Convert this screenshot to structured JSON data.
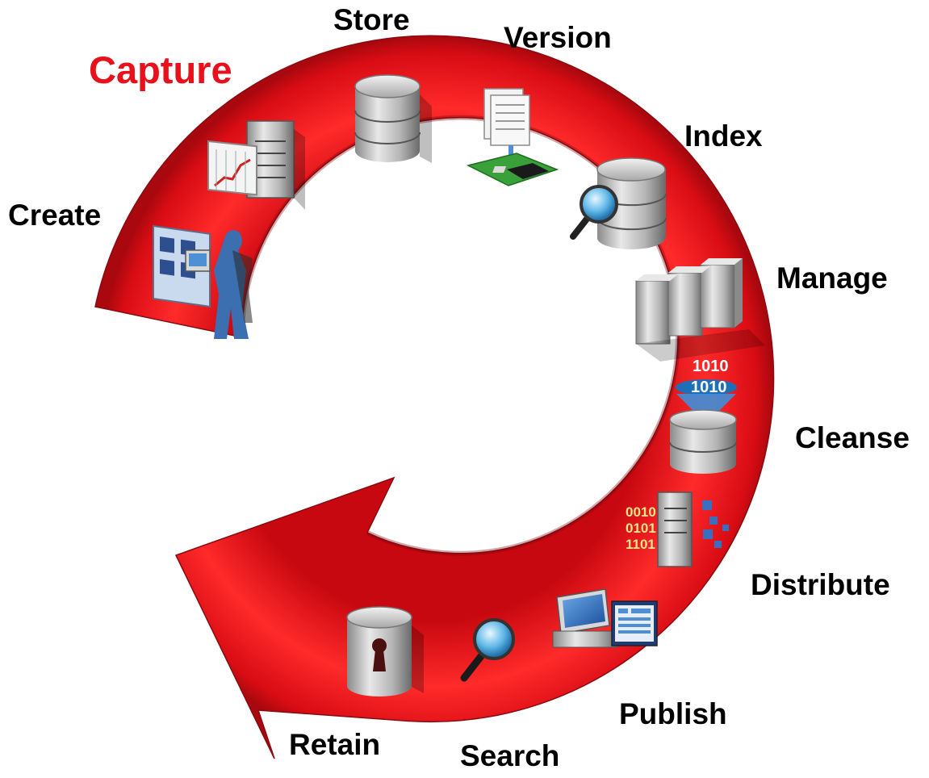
{
  "diagram": {
    "arrow_color": "#e8101a",
    "arrow_dark": "#9b0a10",
    "highlight_color": "#e8101a",
    "label_color": "#000000",
    "stages": [
      {
        "key": "create",
        "label": "Create",
        "icon": "workstation-user-icon"
      },
      {
        "key": "capture",
        "label": "Capture",
        "icon": "scanner-server-icon",
        "highlight": true
      },
      {
        "key": "store",
        "label": "Store",
        "icon": "database-icon"
      },
      {
        "key": "version",
        "label": "Version",
        "icon": "documents-disk-icon"
      },
      {
        "key": "index",
        "label": "Index",
        "icon": "database-magnifier-icon"
      },
      {
        "key": "manage",
        "label": "Manage",
        "icon": "servers-icon"
      },
      {
        "key": "cleanse",
        "label": "Cleanse",
        "icon": "binary-funnel-database-icon"
      },
      {
        "key": "distribute",
        "label": "Distribute",
        "icon": "binary-server-icon"
      },
      {
        "key": "publish",
        "label": "Publish",
        "icon": "computer-screen-icon"
      },
      {
        "key": "search",
        "label": "Search",
        "icon": "magnifier-icon"
      },
      {
        "key": "retain",
        "label": "Retain",
        "icon": "locked-vault-icon"
      }
    ],
    "binary_text": {
      "cleanse_top": "1010",
      "cleanse_bottom": "1010",
      "distribute_lines": [
        "0010",
        "0101",
        "1101"
      ]
    }
  }
}
